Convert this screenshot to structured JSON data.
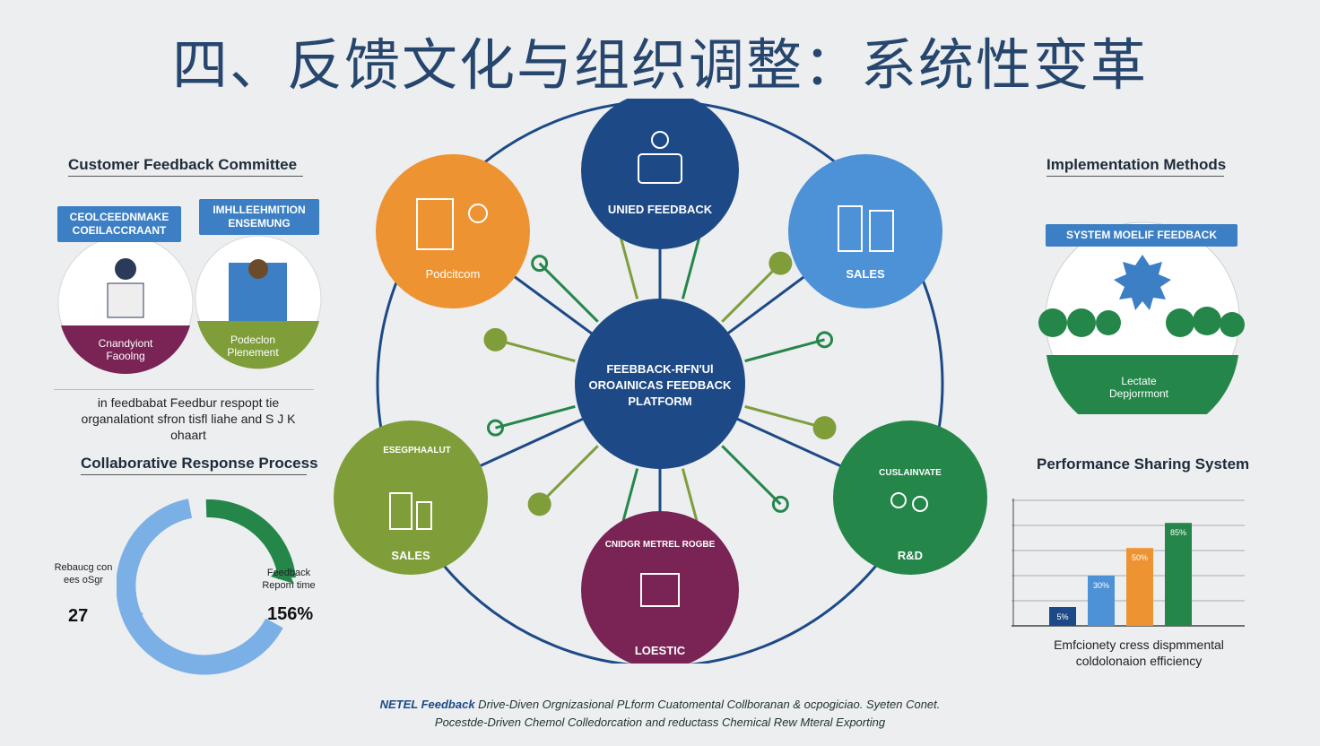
{
  "title": "四、反馈文化与组织调整：系统性变革",
  "left": {
    "committee_title": "Customer Feedback Committee",
    "badge_1": "CEOLCEEDNMAKE COEILACCRAANT",
    "badge_2": "IMHLLEEHMITION ENSEMUNG",
    "circle_1_label": "Cnandyiont Faoolng",
    "circle_2_label": "Podeclon Plenement",
    "note": "in feedbabat Feedbur respopt tie organalationt sfron tisfl liahe and S J K ohaart",
    "process_title": "Collaborative Response Process",
    "left_caption": "Rebaucg con ees oSgr",
    "left_value": "27",
    "right_caption": "Feedback Repom time",
    "right_value": "156%"
  },
  "center": {
    "hub_text": [
      "FEEBBACK-RFN'Ul",
      "OROAINICAS FEEDBACK",
      "PLATFORM"
    ],
    "nodes": [
      {
        "label": "UNIED FEEDBACK",
        "color": "#1d4a86"
      },
      {
        "label": "SALES",
        "color": "#4d91d6"
      },
      {
        "label": "R&D",
        "color": "#25864a"
      },
      {
        "label": "LOESTIC",
        "color": "#7a2355"
      },
      {
        "label": "SALES",
        "color": "#7f9e3a"
      },
      {
        "label": "Podcitcom",
        "color": "#ee9332"
      }
    ],
    "sub_text_green": "ESEGPHAALUT",
    "sub_text_purple": "CNIDGR METREL ROGBE",
    "sub_text_rd": "CUSLAINVATE"
  },
  "right": {
    "impl_title": "Implementation Methods",
    "impl_badge": "SYSTEM MOELIF FEEDBACK",
    "impl_label": "Lectate Depjorrmont",
    "perf_title": "Performance Sharing System",
    "bars": [
      {
        "label": "5%",
        "value": 15,
        "color": "#1d4a86"
      },
      {
        "label": "30%",
        "value": 40,
        "color": "#4d91d6"
      },
      {
        "label": "50%",
        "value": 62,
        "color": "#ee9332"
      },
      {
        "label": "85%",
        "value": 82,
        "color": "#25864a"
      }
    ],
    "chart_caption": "Emfcionety cress dispmmental coldolonaion efficiency"
  },
  "footer": {
    "line1_bold": "NETEL Feedback",
    "line1": " Drive-Diven Orgnizasional PLform Cuatomental Collboranan & ocpogiciao. Syeten Conet.",
    "line2": "Pocestde-Driven Chemol Colledorcation and reductass Chemical Rew Mteral Exporting"
  }
}
